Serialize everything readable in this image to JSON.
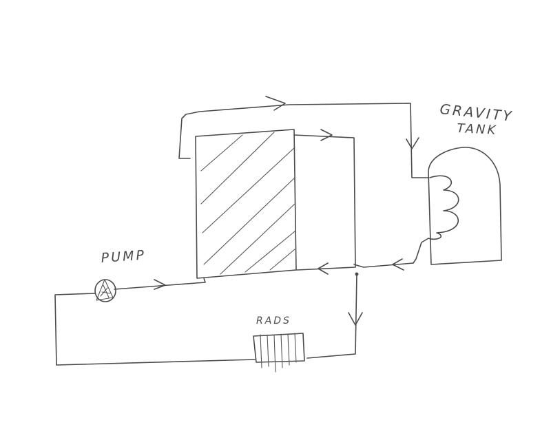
{
  "labels": {
    "pump": "PUMP",
    "gravity_tank_line1": "GRAVITY",
    "gravity_tank_line2": "TANK",
    "rads": "RADS"
  },
  "colors": {
    "ink": "#4a4a4a",
    "paper": "#ffffff"
  }
}
